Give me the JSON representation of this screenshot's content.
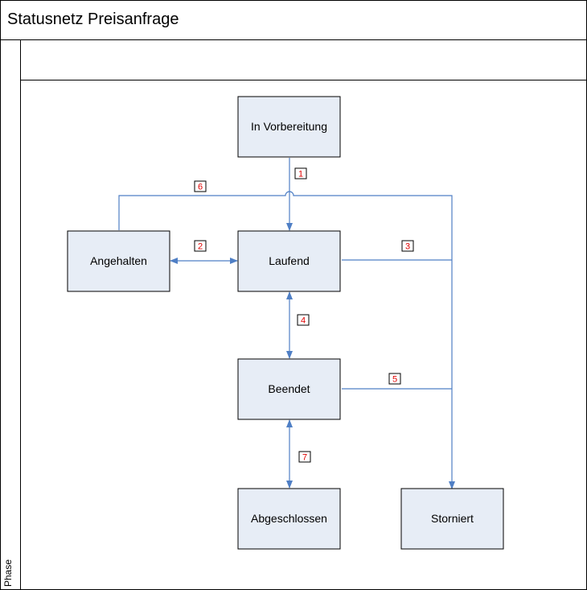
{
  "title": "Statusnetz Preisanfrage",
  "phase_label": "Phase",
  "colors": {
    "node_fill": "#e7edf6",
    "line": "#4f7fc5",
    "badge_text": "#e00000"
  },
  "nodes": {
    "vorbereitung": "In Vorbereitung",
    "laufend": "Laufend",
    "angehalten": "Angehalten",
    "beendet": "Beendet",
    "abgeschlossen": "Abgeschlossen",
    "storniert": "Storniert"
  },
  "transitions": {
    "t1": "1",
    "t2": "2",
    "t3": "3",
    "t4": "4",
    "t5": "5",
    "t6": "6",
    "t7": "7"
  }
}
